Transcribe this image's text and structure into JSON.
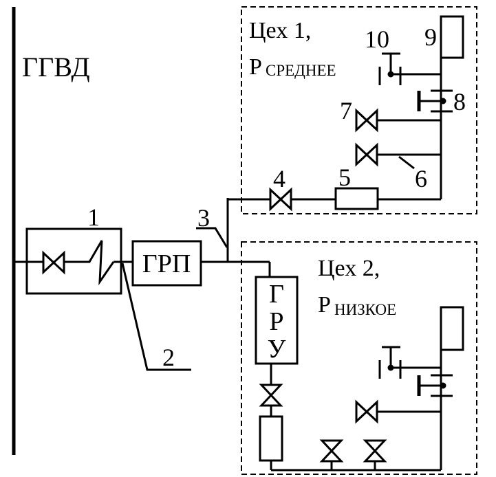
{
  "labels": {
    "main_line": "ГГВД",
    "grp": "ГРП",
    "gru_letters": [
      "Г",
      "Р",
      "У"
    ],
    "shop1_title": "Цех 1,",
    "shop1_pressure_p": "P",
    "shop1_pressure_sub": "СРЕДНЕЕ",
    "shop2_title": "Цех 2,",
    "shop2_pressure_p": "P",
    "shop2_pressure_sub": "НИЗКОЕ"
  },
  "numbers": {
    "n1": "1",
    "n2": "2",
    "n3": "3",
    "n4": "4",
    "n5": "5",
    "n6": "6",
    "n7": "7",
    "n8": "8",
    "n9": "9",
    "n10": "10"
  }
}
